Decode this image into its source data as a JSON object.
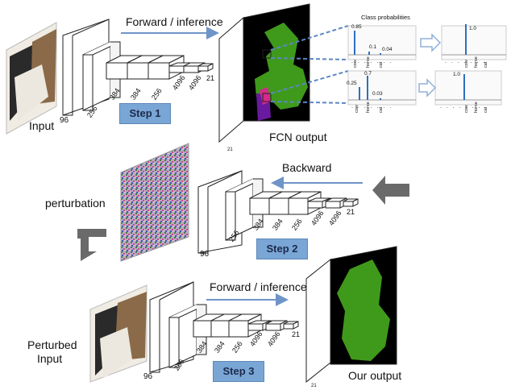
{
  "labels": {
    "input": "Input",
    "forward1": "Forward / inference",
    "fcn_output": "FCN output",
    "class_probabilities": "Class probabilities",
    "backward": "Backward",
    "perturbation": "perturbation",
    "forward2": "Forward / inference",
    "perturbed_input_line1": "Perturbed",
    "perturbed_input_line2": "Input",
    "our_output": "Our output"
  },
  "steps": {
    "step1": "Step 1",
    "step2": "Step 2",
    "step3": "Step 3"
  },
  "layer_sizes": [
    "256",
    "384",
    "384",
    "256",
    "4096",
    "4096",
    "21"
  ],
  "input_size": "96",
  "output_depth": "21",
  "classes": [
    "cow",
    "horse",
    "cat"
  ],
  "dots": ". . . . . . .",
  "probabilities": {
    "top_before": [
      "0.85",
      "0.1",
      "0.04"
    ],
    "top_after": "1.0",
    "bottom_before": [
      "0.25",
      "0.7",
      "0.03"
    ],
    "bottom_after": "1.0"
  },
  "colors": {
    "step_box": "#7aa6d6",
    "arrow": "#6f95c8",
    "green": "#3f9a1c",
    "purple": "#6a1aa0",
    "magenta": "#d42a8a",
    "dashed": "#5b87c4",
    "gray_arrow": "#666666"
  }
}
